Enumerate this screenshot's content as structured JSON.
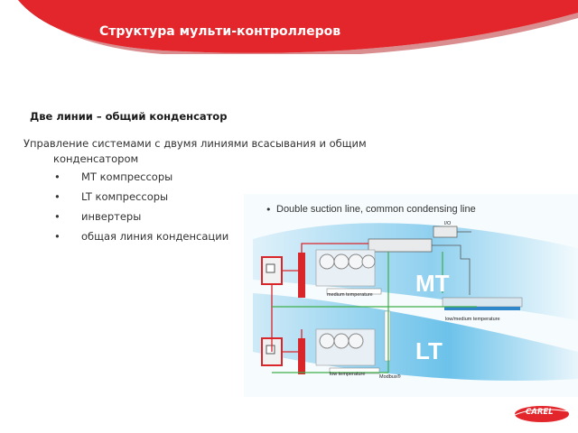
{
  "header": {
    "title": "Структура мульти-контроллеров",
    "color": "#e3262c"
  },
  "content": {
    "subtitle": "Две линии – общий конденсатор",
    "paragraph_line1": "Управление системами с двумя линиями всасывания и общим",
    "paragraph_line2": "конденсатором",
    "bullets": [
      {
        "marker": "•",
        "text": "MT компрессоры"
      },
      {
        "marker": "•",
        "text": "LT компрессоры"
      },
      {
        "marker": "•",
        "text": "инвертеры"
      },
      {
        "marker": "•",
        "text": "общая линия конденсации"
      }
    ]
  },
  "diagram": {
    "caption_bullet": "•",
    "caption": "Double suction line, common condensing line",
    "labels": {
      "mt_big": "MT",
      "lt_big": "LT",
      "medium_temperature": "medium temperature",
      "low_temperature": "low temperature",
      "low_medium_temperature": "low/medium temperature",
      "io": "I/O",
      "modbus": "Modbus®"
    },
    "colors": {
      "red": "#d9262b",
      "green": "#3fae49",
      "blue": "#9fd4ee"
    }
  },
  "logo": {
    "text": "CAREL"
  }
}
